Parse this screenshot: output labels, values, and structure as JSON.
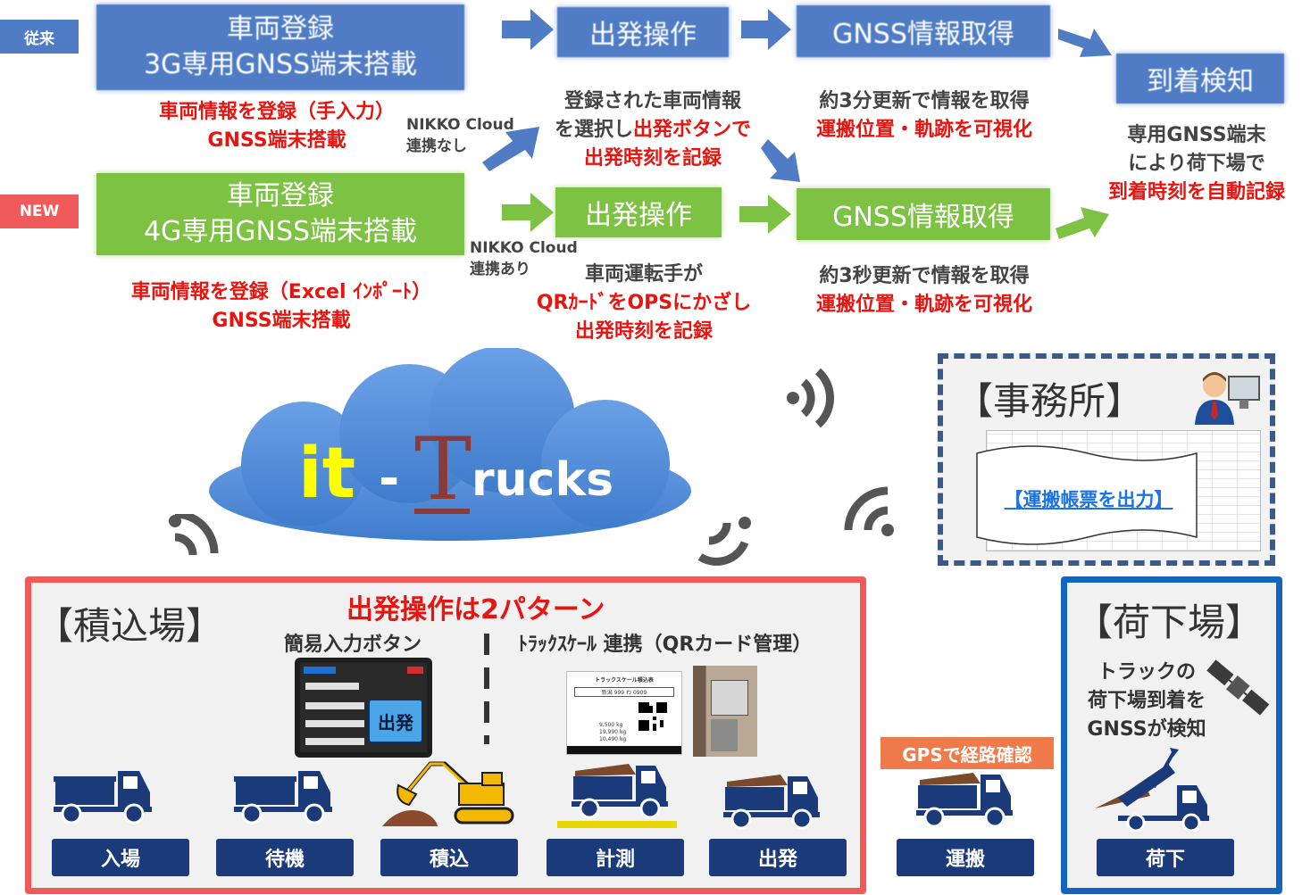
{
  "top": {
    "old_tag": "従来",
    "new_tag": "NEW",
    "old_register_line1": "車両登録",
    "old_register_line2": "3G専用GNSS端末搭載",
    "old_depart": "出発操作",
    "old_gnss": "GNSS情報取得",
    "arrival": "到着検知",
    "old_note_line1": "車両情報を登録（手入力）",
    "old_note_line2": "GNSS端末搭載",
    "nikko_none_line1": "NIKKO Cloud",
    "nikko_none_line2": "連携なし",
    "old_depart_note_line1": "登録された車両情報",
    "old_depart_note_line2a": "を選択し",
    "old_depart_note_line2b": "出発ボタンで",
    "old_depart_note_line3": "出発時刻を記録",
    "old_gnss_note_line1": "約3分更新で情報を取得",
    "old_gnss_note_line2": "運搬位置・軌跡を可視化",
    "arrival_note_line1": "専用GNSS端末",
    "arrival_note_line2": "により荷下場で",
    "arrival_note_line3": "到着時刻を自動記録",
    "new_register_line1": "車両登録",
    "new_register_line2": "4G専用GNSS端末搭載",
    "new_depart": "出発操作",
    "new_gnss": "GNSS情報取得",
    "nikko_with_line1": "NIKKO Cloud",
    "nikko_with_line2": "連携あり",
    "new_note_line1": "車両情報を登録（Excel ｲﾝﾎﾟｰﾄ）",
    "new_note_line2": "GNSS端末搭載",
    "new_depart_note_line1": "車両運転手が",
    "new_depart_note_line2": "QRｶｰﾄﾞをOPSにかざし",
    "new_depart_note_line3": "出発時刻を記録",
    "new_gnss_note_line1": "約3秒更新で情報を取得",
    "new_gnss_note_line2": "運搬位置・軌跡を可視化"
  },
  "cloud": {
    "it": "it",
    "dash": "-",
    "T": "T",
    "rucks": "rucks"
  },
  "office": {
    "title": "【事務所】",
    "output_link": "【運搬帳票を出力】"
  },
  "loading": {
    "title": "【積込場】",
    "patterns": "出発操作は2パターン",
    "pattern_a": "簡易入力ボタン",
    "pattern_b": "ﾄﾗｯｸｽｹｰﾙ 連携（QRカード管理）",
    "tablet_button": "出発",
    "ticket_title": "トラックスケール積込表",
    "ticket_plate": "新潟 999 わ 0909",
    "ticket_w1": "9,500 kg",
    "ticket_w2": "19,990 kg",
    "ticket_w3": "10,490 kg",
    "steps": [
      "入場",
      "待機",
      "積込",
      "計測",
      "出発"
    ]
  },
  "transport": {
    "badge": "GPSで経路確認",
    "step": "運搬"
  },
  "unloading": {
    "title": "【荷下場】",
    "note_line1": "トラックの",
    "note_line2": "荷下場到着を",
    "note_line3": "GNSSが検知",
    "step": "荷下"
  },
  "colors": {
    "old_blue": "#4f7cc4",
    "new_green": "#7dc242",
    "alert_red": "#e8140f",
    "navy": "#1b3a7a",
    "loading_border": "#f25a5a",
    "unloading_border": "#1565c0",
    "office_border": "#3b5a8a"
  }
}
